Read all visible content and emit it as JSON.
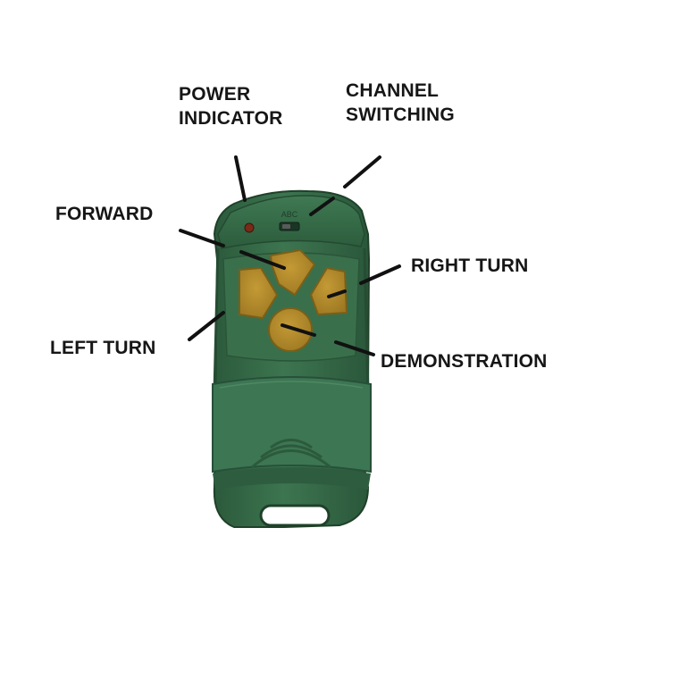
{
  "labels": {
    "power_line1": "POWER",
    "power_line2": "INDICATOR",
    "channel_line1": "CHANNEL",
    "channel_line2": "SWITCHING",
    "forward": "FORWARD",
    "right_turn": "RIGHT TURN",
    "left_turn": "LEFT TURN",
    "demonstration": "DEMONSTRATION"
  },
  "device": {
    "switch_marking": "ABC"
  },
  "colors": {
    "body": "#356b48",
    "body_dark": "#23482f",
    "body_light": "#4b8760",
    "button": "#b0892a",
    "button_dark": "#7c5f17",
    "leader_line": "#111111",
    "text": "#161616"
  }
}
